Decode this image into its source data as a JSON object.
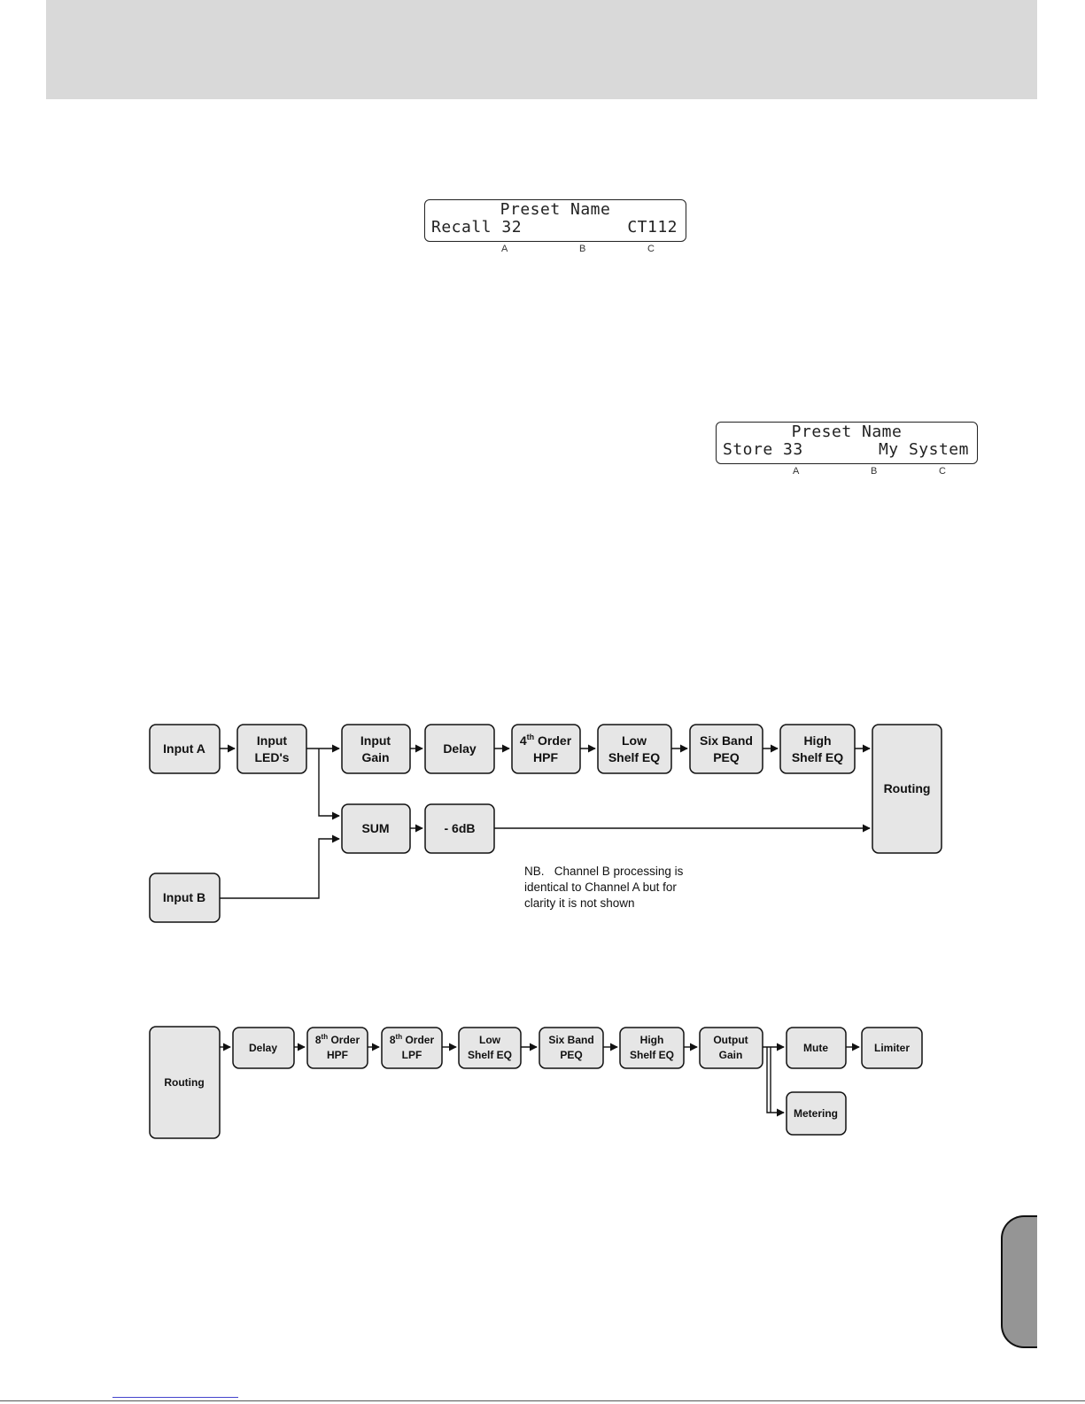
{
  "lcd_recall": {
    "line1": "Preset Name",
    "line2_left": "Recall 32",
    "line2_right": "CT112",
    "labels": [
      "A",
      "B",
      "C"
    ]
  },
  "lcd_store": {
    "line1": "Preset Name",
    "line2_left": "Store 33",
    "line2_right": "My System",
    "labels": [
      "A",
      "B",
      "C"
    ]
  },
  "input_chain": {
    "input_a": [
      "Input A"
    ],
    "input_leds": [
      "Input",
      "LED's"
    ],
    "input_gain": [
      "Input",
      "Gain"
    ],
    "delay": [
      "Delay"
    ],
    "hpf4": [
      "4",
      "th",
      " Order",
      "HPF"
    ],
    "low_shelf": [
      "Low",
      "Shelf EQ"
    ],
    "six_band": [
      "Six Band",
      "PEQ"
    ],
    "high_shelf": [
      "High",
      "Shelf EQ"
    ],
    "routing": [
      "Routing"
    ],
    "sum": [
      "SUM"
    ],
    "minus6db": [
      "- 6dB"
    ],
    "input_b": [
      "Input B"
    ],
    "note": [
      "NB.   Channel B processing is",
      "identical to Channel A but for",
      "clarity it is not shown"
    ]
  },
  "output_chain": {
    "routing": [
      "Routing"
    ],
    "delay": [
      "Delay"
    ],
    "hpf8": [
      "8",
      "th",
      " Order",
      "HPF"
    ],
    "lpf8": [
      "8",
      "th",
      " Order",
      "LPF"
    ],
    "low_shelf": [
      "Low",
      "Shelf EQ"
    ],
    "six_band": [
      "Six Band",
      "PEQ"
    ],
    "high_shelf": [
      "High",
      "Shelf EQ"
    ],
    "output_gain": [
      "Output",
      "Gain"
    ],
    "mute": [
      "Mute"
    ],
    "limiter": [
      "Limiter"
    ],
    "metering": [
      "Metering"
    ]
  },
  "colors": {
    "block_fill": "#e6e6e6",
    "header_band": "#d9d9d9",
    "tab": "#959595"
  }
}
